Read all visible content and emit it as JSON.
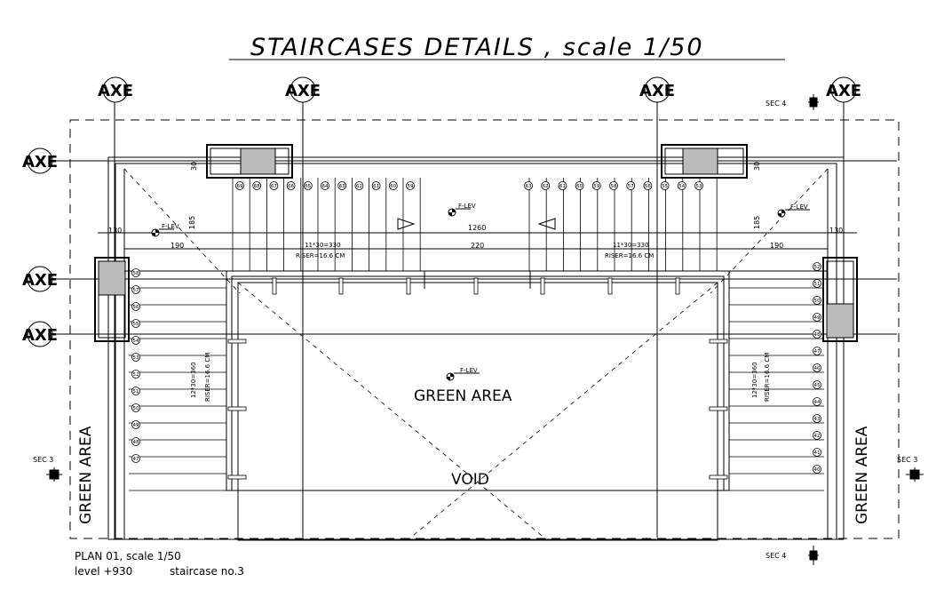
{
  "title": "STAIRCASES DETAILS , scale 1/50",
  "axis_label": "AXE",
  "section_labels": {
    "sec4_top": "SEC 4",
    "sec4_bottom": "SEC 4",
    "sec3_left": "SEC 3",
    "sec3_right": "SEC 3"
  },
  "level_marker": "F-LEV",
  "dimensions": {
    "top_30_left": "30",
    "top_30_right": "30",
    "d130_left": "130",
    "d130_right": "130",
    "d185_left": "185",
    "d185_right": "185",
    "d190_left": "190",
    "d190_right": "190",
    "d1260": "1260",
    "d220": "220",
    "run_left": "11*30=330",
    "riser_left": "RISER=16.6 CM",
    "run_right": "11*30=330",
    "riser_right": "RISER=16.6 CM",
    "side_run_left": "12*30=360",
    "side_riser_left": "RISER=16.6 CM",
    "side_run_right": "12*30=360",
    "side_riser_right": "RISER=16.6 CM"
  },
  "step_numbers": {
    "top_left": [
      "69",
      "68",
      "67",
      "66",
      "65",
      "64",
      "63",
      "62",
      "61",
      "60",
      "59"
    ],
    "top_right": [
      "63",
      "62",
      "61",
      "60",
      "59",
      "58",
      "57",
      "56",
      "55",
      "54",
      "53"
    ],
    "left_side": [
      "58",
      "57",
      "56",
      "55",
      "54",
      "53",
      "52",
      "51",
      "50",
      "49",
      "48",
      "47"
    ],
    "right_side": [
      "52",
      "51",
      "50",
      "49",
      "48",
      "47",
      "46",
      "45",
      "44",
      "43",
      "42",
      "41",
      "40"
    ]
  },
  "areas": {
    "center": "GREEN AREA",
    "void": "VOID",
    "left": "GREEN AREA",
    "right": "GREEN AREA"
  },
  "footer": {
    "plan": "PLAN 01, scale 1/50",
    "level": "level  +930",
    "staircase": "staircase no.3"
  }
}
